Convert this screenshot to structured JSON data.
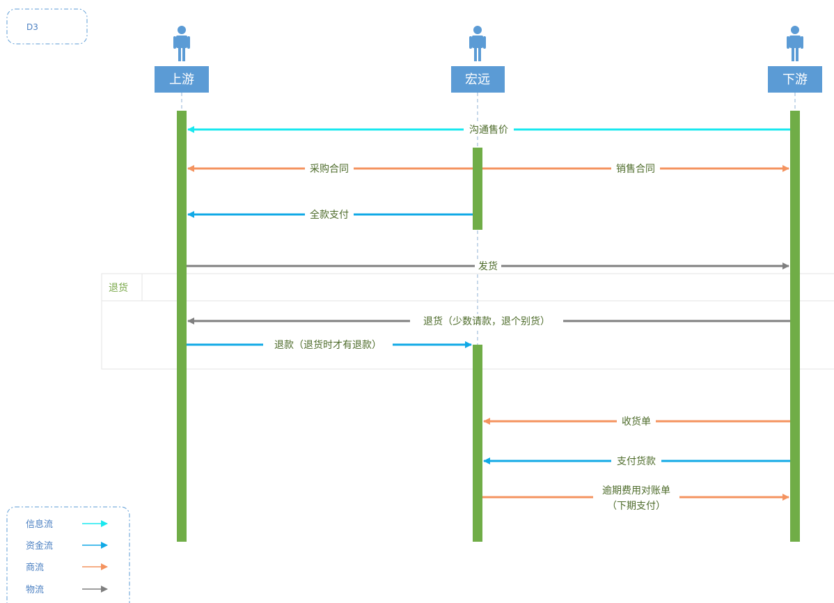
{
  "diagram_id": "D3",
  "actors": [
    {
      "name": "上游"
    },
    {
      "name": "宏远"
    },
    {
      "name": "下游"
    }
  ],
  "fragment": {
    "label": "退货"
  },
  "messages": [
    {
      "text": "沟通售价",
      "flow": "info",
      "from": "下游",
      "to": "上游"
    },
    {
      "text": "采购合同",
      "flow": "commerce",
      "from": "宏远",
      "to": "上游"
    },
    {
      "text": "销售合同",
      "flow": "commerce",
      "from": "宏远",
      "to": "下游"
    },
    {
      "text": "全款支付",
      "flow": "funds",
      "from": "宏远",
      "to": "上游"
    },
    {
      "text": "发货",
      "flow": "logistics",
      "from": "上游",
      "to": "下游"
    },
    {
      "text": "退货（少数请款，退个别货）",
      "flow": "logistics",
      "from": "下游",
      "to": "上游"
    },
    {
      "text": "退款（退货时才有退款）",
      "flow": "funds",
      "from": "上游",
      "to": "宏远"
    },
    {
      "text": "收货单",
      "flow": "commerce",
      "from": "下游",
      "to": "宏远"
    },
    {
      "text": "支付货款",
      "flow": "funds",
      "from": "下游",
      "to": "宏远"
    },
    {
      "text": "逾期费用对账单",
      "text2": "（下期支付）",
      "flow": "commerce",
      "from": "宏远",
      "to": "下游"
    }
  ],
  "legend": [
    {
      "label": "信息流",
      "color": "#19e8ef"
    },
    {
      "label": "资金流",
      "color": "#10a9e6"
    },
    {
      "label": "商流",
      "color": "#f4935f"
    },
    {
      "label": "物流",
      "color": "#7f7f7f"
    }
  ],
  "colors": {
    "actor_box": "#5b9bd5",
    "activation": "#70ad47",
    "lifeline": "#8fb0d6",
    "info": "#19e8ef",
    "funds": "#10a9e6",
    "commerce": "#f4935f",
    "logistics": "#7f7f7f"
  }
}
